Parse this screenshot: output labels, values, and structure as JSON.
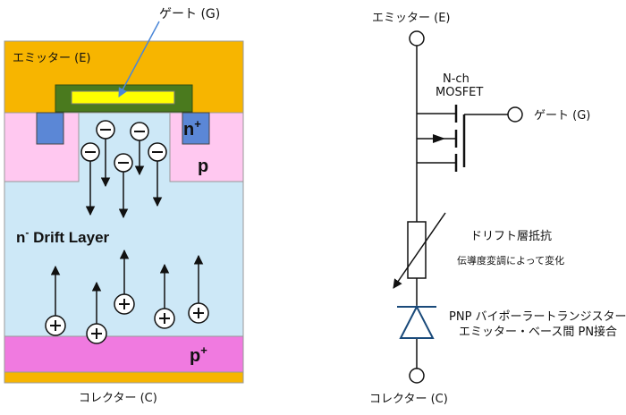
{
  "device": {
    "gate_label": "ゲート (G)",
    "emitter_label": "エミッター (E)",
    "collector_label": "コレクター (C)",
    "n_plus": "n",
    "n_plus_sup": "+",
    "p_label": "p",
    "p_plus": "p",
    "p_plus_sup": "+",
    "drift_n": "n",
    "drift_sup": "-",
    "drift_text": " Drift Layer",
    "electron_symbol": "−",
    "hole_symbol": "+"
  },
  "circuit": {
    "emitter_label": "エミッター (E)",
    "mosfet_line1": "N-ch",
    "mosfet_line2": "MOSFET",
    "gate_label": "ゲート (G)",
    "resistor_line1": "ドリフト層抵抗",
    "resistor_line2": "伝導度変調によって変化",
    "pnp_line1": "PNP バイポーラートランジスター",
    "pnp_line2": "エミッター・ベース間 PN接合",
    "collector_label": "コレクター (C)"
  },
  "colors": {
    "emitter_metal": "#f7b500",
    "gate_oxide": "#4a7a1e",
    "gate_poly": "#ffff00",
    "p_body": "#ffc8f0",
    "n_plus": "#5b87d6",
    "drift": "#cde8f7",
    "p_plus": "#f07ae0",
    "collector_metal": "#f7b500",
    "diode": "#1a4a7a",
    "arrow_blue": "#4a86d8"
  }
}
